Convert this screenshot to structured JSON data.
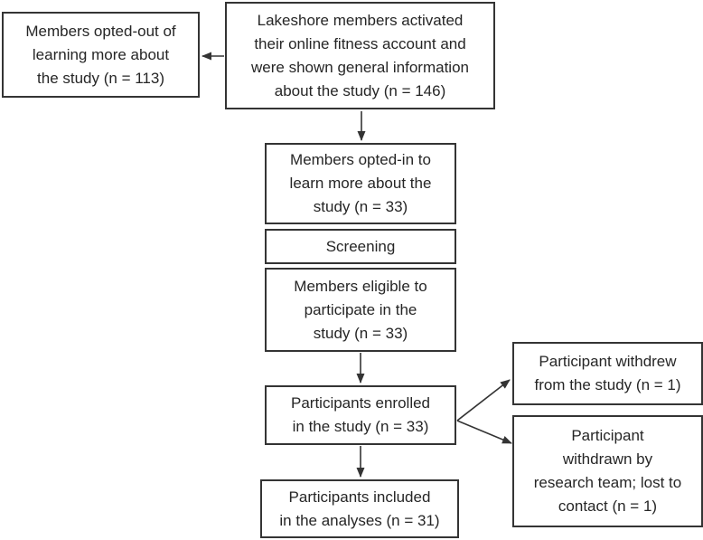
{
  "flowchart": {
    "type": "study-flow-diagram",
    "colors": {
      "line": "#343434",
      "text": "#262626",
      "background": "#ffffff"
    },
    "nodes": [
      {
        "id": "activated",
        "text": "Lakeshore members activated\ntheir online fitness account and\nwere shown general information\nabout the study (n = 146)"
      },
      {
        "id": "opted_out",
        "text": "Members opted-out of\nlearning more about\nthe study (n = 113)"
      },
      {
        "id": "opted_in",
        "text": "Members opted-in to\nlearn more about the\nstudy (n = 33)"
      },
      {
        "id": "screening",
        "text": "Screening"
      },
      {
        "id": "eligible",
        "text": "Members eligible to\nparticipate in the\nstudy (n = 33)"
      },
      {
        "id": "enrolled",
        "text": "Participants enrolled\nin the study (n = 33)"
      },
      {
        "id": "included",
        "text": "Participants included\nin the analyses (n = 31)"
      },
      {
        "id": "withdrew",
        "text": "Participant withdrew\nfrom the study (n = 1)"
      },
      {
        "id": "withdrawn_team",
        "text": "Participant\nwithdrawn by\nresearch team; lost to\ncontact (n = 1)"
      }
    ],
    "edges": [
      {
        "from": "activated",
        "to": "opted_out"
      },
      {
        "from": "activated",
        "to": "opted_in"
      },
      {
        "from": "eligible",
        "to": "enrolled"
      },
      {
        "from": "enrolled",
        "to": "included"
      },
      {
        "from": "enrolled",
        "to": "withdrew"
      },
      {
        "from": "enrolled",
        "to": "withdrawn_team"
      }
    ]
  }
}
